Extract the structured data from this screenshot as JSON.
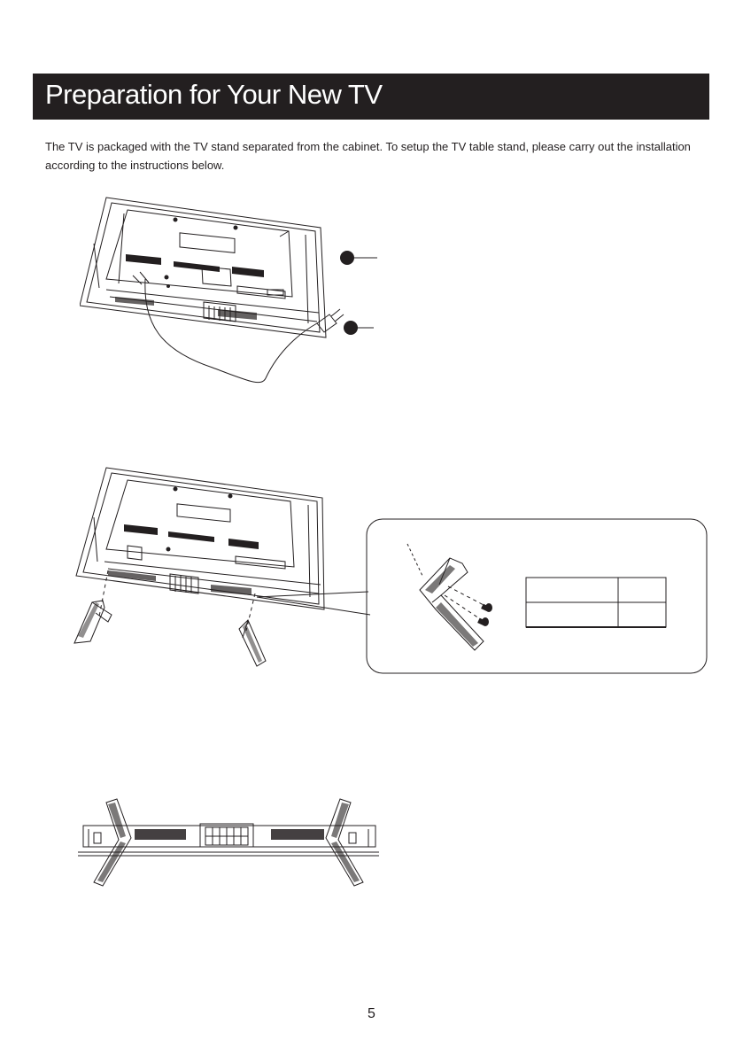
{
  "header": {
    "title": "Preparation for Your New TV"
  },
  "intro": {
    "text": "The TV is packaged with the TV stand separated from the cabinet. To setup the TV table stand, please carry out the installation according to the instructions below."
  },
  "footer": {
    "page_number": "5"
  },
  "icons": {
    "callout_marker_1": "filled-circle-icon",
    "callout_marker_2": "filled-circle-icon",
    "screw": "screw-icon",
    "power_plug": "power-plug-icon"
  },
  "colors": {
    "header_background": "#231f20",
    "header_text": "#ffffff",
    "line_art": "#231f20"
  }
}
